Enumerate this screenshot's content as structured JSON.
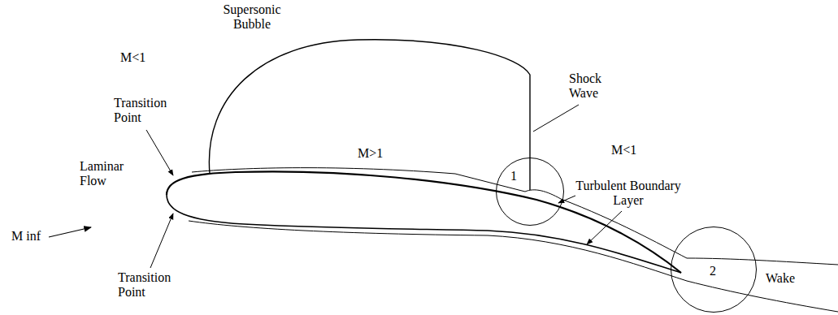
{
  "diagram": {
    "nodes": [
      {
        "text": [
          "Supersonic Bubble",
          "M>1"
        ]
      },
      {
        "text": [
          "1"
        ]
      },
      {
        "text": [
          "2"
        ]
      }
    ],
    "labels": [
      "M<1",
      "Transition Point",
      "Laminar Flow",
      "M inf",
      "Transition Point",
      "Shock Wave",
      "M<1",
      "Turbulent Boundary Layer",
      "Wake"
    ]
  }
}
